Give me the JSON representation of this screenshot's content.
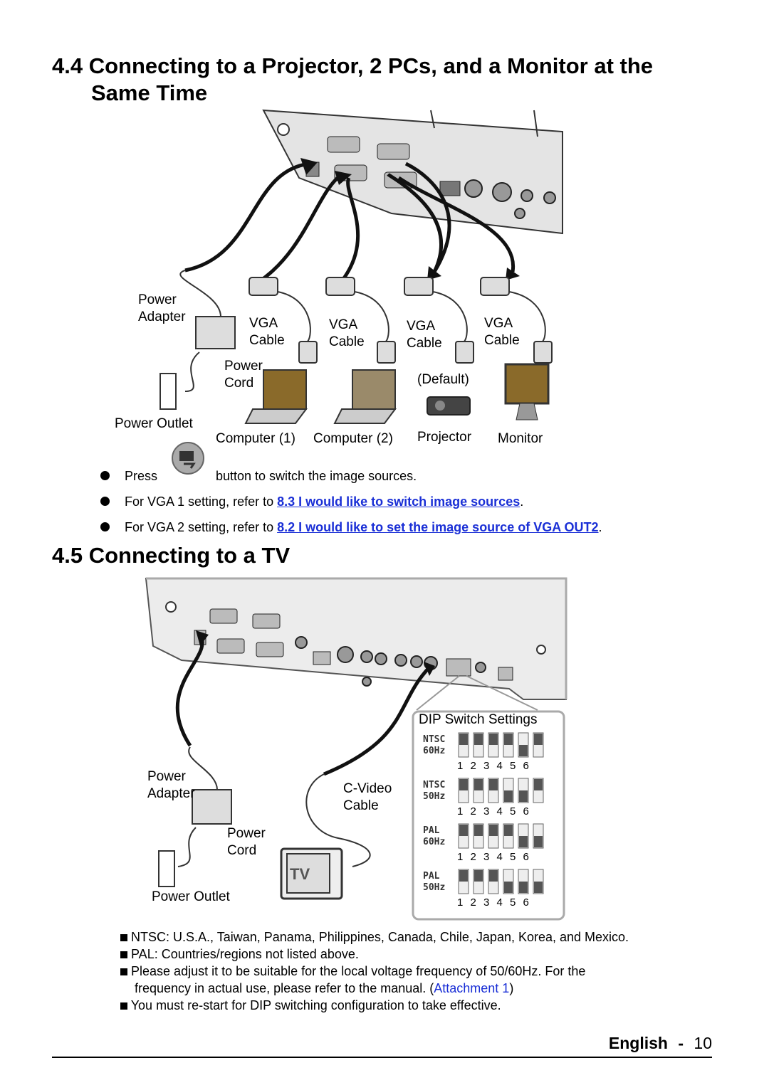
{
  "section44": {
    "title_line1": "4.4 Connecting to a Projector, 2 PCs, and a Monitor at the",
    "title_line2": "Same Time",
    "labels": {
      "power_adapter_1": "Power",
      "power_adapter_2": "Adapter",
      "vga": "VGA",
      "cable": "Cable",
      "power_cord_1": "Power",
      "power_cord_2": "Cord",
      "default": "(Default)",
      "power_outlet": "Power Outlet",
      "computer1": "Computer (1)",
      "computer2": "Computer (2)",
      "projector": "Projector",
      "monitor": "Monitor"
    },
    "bullets": {
      "press_before": "Press",
      "press_after": "button to switch the image sources.",
      "vga1_before": "For VGA 1 setting, refer to ",
      "vga1_link": "8.3 I would like to switch image sources",
      "vga1_after": ".",
      "vga2_before": "For VGA 2 setting, refer to ",
      "vga2_link": "8.2 I would like to set the image source of VGA OUT2",
      "vga2_after": "."
    }
  },
  "section45": {
    "title": "4.5 Connecting to a TV",
    "labels": {
      "dip_title": "DIP Switch Settings",
      "power_adapter_1": "Power",
      "power_adapter_2": "Adapter",
      "cvideo_1": "C-Video",
      "cvideo_2": "Cable",
      "power_cord_1": "Power",
      "power_cord_2": "Cord",
      "power_outlet": "Power Outlet",
      "tv": "TV"
    },
    "dip_settings": [
      {
        "code1": "NTSC",
        "code2": "60Hz",
        "down": [
          5
        ]
      },
      {
        "code1": "NTSC",
        "code2": "50Hz",
        "down": [
          4,
          5
        ]
      },
      {
        "code1": "PAL",
        "code2": "60Hz",
        "down": [
          5,
          6
        ]
      },
      {
        "code1": "PAL",
        "code2": "50Hz",
        "down": [
          4,
          5,
          6
        ]
      }
    ],
    "dip_numbers": "1 2 3 4 5 6",
    "notes": {
      "ntsc": "NTSC: U.S.A., Taiwan, Panama, Philippines, Canada, Chile, Japan, Korea, and Mexico.",
      "pal": "PAL: Countries/regions not listed above.",
      "adjust_1": "Please adjust it to be suitable for the local voltage frequency of 50/60Hz. For the",
      "adjust_2": "frequency in actual use, please refer to the manual. (",
      "attachment": "Attachment 1",
      "adjust_close": ")",
      "restart": "You must re-start for DIP switching configuration to take effective."
    }
  },
  "footer": {
    "language": "English",
    "separator": "-",
    "page": "10"
  },
  "colors": {
    "link": "#1a2fd6",
    "text": "#000000"
  }
}
